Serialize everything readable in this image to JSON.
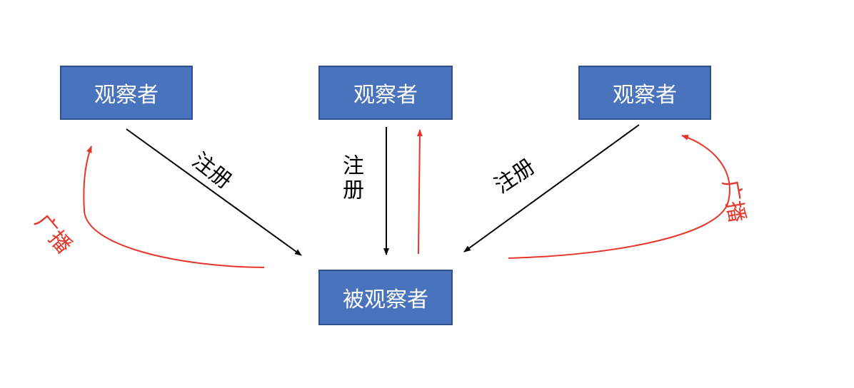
{
  "observers": [
    {
      "label": "观察者"
    },
    {
      "label": "观察者"
    },
    {
      "label": "观察者"
    }
  ],
  "subject": {
    "label": "被观察者"
  },
  "register_label": "注册",
  "broadcast_label": "广播",
  "colors": {
    "node_fill": "#4a73be",
    "node_border": "#2f528f",
    "node_text": "#ffffff",
    "register_arrow": "#000000",
    "broadcast_arrow": "#e8352a"
  }
}
